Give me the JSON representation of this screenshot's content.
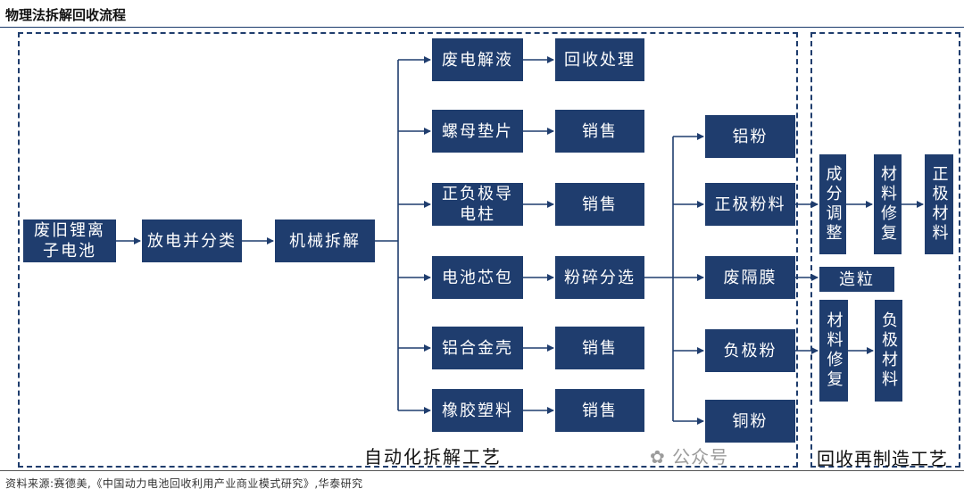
{
  "title": "物理法拆解回收流程",
  "source": "资料来源:赛德美,《中国动力电池回收利用产业商业模式研究》,华泰研究",
  "frames": {
    "left_label": "自动化拆解工艺",
    "right_label": "回收再制造工艺"
  },
  "watermark": "公众号",
  "nodes": {
    "n1": "废旧锂离子电池",
    "n2": "放电并分类",
    "n3": "机械拆解",
    "b1": "废电解液",
    "b2": "螺母垫片",
    "b3": "正负极导电柱",
    "b4": "电池芯包",
    "b5": "铝合金壳",
    "b6": "橡胶塑料",
    "c1": "回收处理",
    "c2": "销售",
    "c3": "销售",
    "c4": "粉碎分选",
    "c5": "销售",
    "c6": "销售",
    "d1": "铝粉",
    "d2": "正极粉料",
    "d3": "废隔膜",
    "d4": "负极粉",
    "d5": "铜粉",
    "e1": "成分调整",
    "e2": "材料修复",
    "e3": "正极材料",
    "e4": "造粒",
    "e5": "材料修复",
    "e6": "负极材料"
  },
  "colors": {
    "box": "#1f3d6e",
    "line": "#1f3d6e"
  }
}
